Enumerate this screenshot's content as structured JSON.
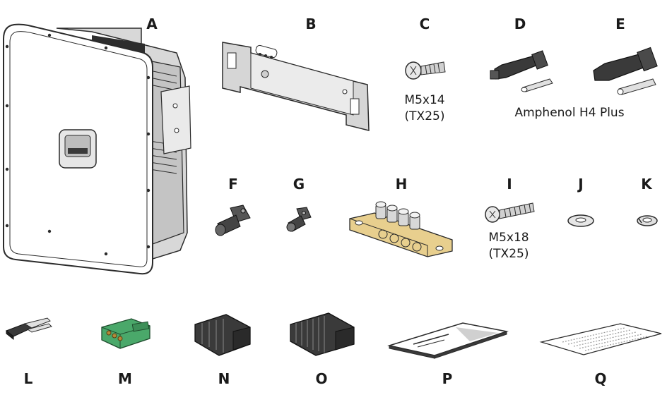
{
  "items": {
    "A": {
      "letter": "A"
    },
    "B": {
      "letter": "B"
    },
    "C": {
      "letter": "C",
      "caption1": "M5x14",
      "caption2": "(TX25)"
    },
    "D": {
      "letter": "D"
    },
    "E": {
      "letter": "E"
    },
    "DE": {
      "caption": "Amphenol H4 Plus"
    },
    "F": {
      "letter": "F"
    },
    "G": {
      "letter": "G"
    },
    "H": {
      "letter": "H"
    },
    "I": {
      "letter": "I",
      "caption1": "M5x18",
      "caption2": "(TX25)"
    },
    "J": {
      "letter": "J"
    },
    "K": {
      "letter": "K"
    },
    "L": {
      "letter": "L"
    },
    "M": {
      "letter": "M"
    },
    "N": {
      "letter": "N"
    },
    "O": {
      "letter": "O"
    },
    "P": {
      "letter": "P"
    },
    "Q": {
      "letter": "Q"
    }
  },
  "colors": {
    "line": "#2b2b2b",
    "grey_light": "#e4e4e4",
    "grey_mid": "#b8b8b8",
    "grey_dark": "#3a3a3a",
    "brass": "#e8cf8e",
    "green": "#4aa86a"
  }
}
